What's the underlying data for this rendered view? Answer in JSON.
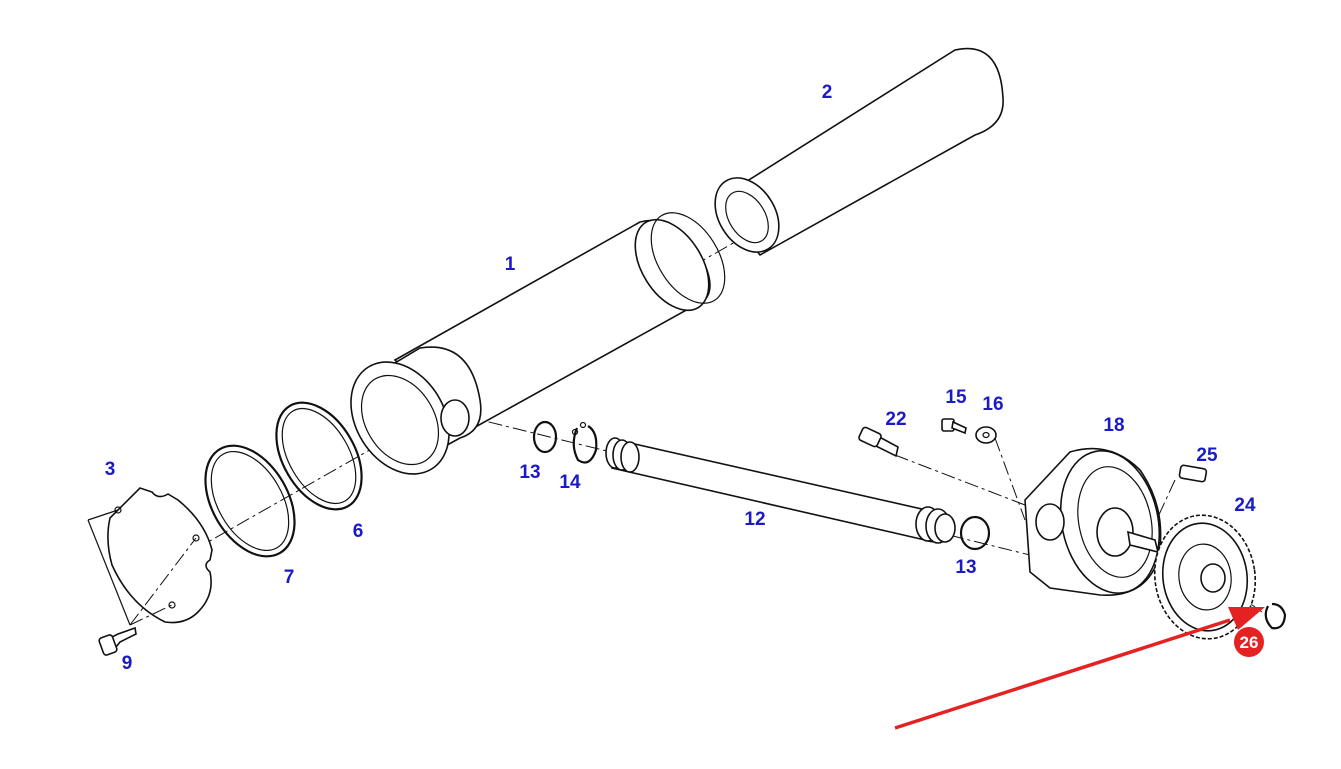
{
  "colors": {
    "label": "#1a1ac8",
    "line": "#111111",
    "arrow": "#e52222",
    "badge": "#e52222",
    "background": "#ffffff"
  },
  "labels": {
    "p1": "1",
    "p2": "2",
    "p3": "3",
    "p6": "6",
    "p7": "7",
    "p9": "9",
    "p12": "12",
    "p13a": "13",
    "p13b": "13",
    "p14": "14",
    "p15": "15",
    "p16": "16",
    "p18": "18",
    "p22": "22",
    "p24": "24",
    "p25": "25"
  },
  "highlight": {
    "badge": "26",
    "arrow_icon": "red-arrow-icon"
  }
}
